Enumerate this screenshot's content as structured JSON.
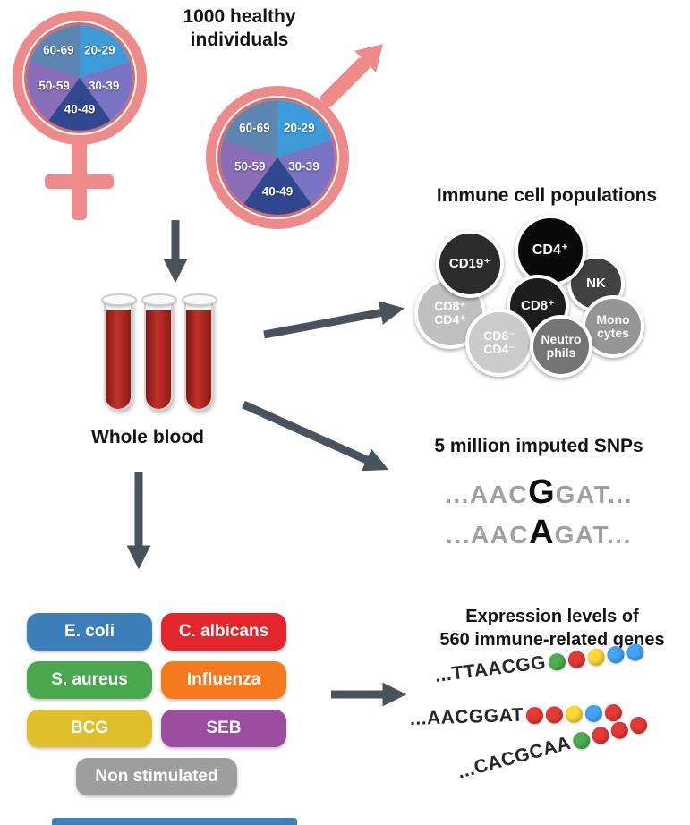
{
  "cohort": {
    "title": "1000 healthy\nindividuals",
    "age_groups": [
      {
        "label": "20-29",
        "color": "#3c9bd8"
      },
      {
        "label": "30-39",
        "color": "#7a74c4"
      },
      {
        "label": "40-49",
        "color": "#314790"
      },
      {
        "label": "50-59",
        "color": "#8a6fb8"
      },
      {
        "label": "60-69",
        "color": "#5e86b2"
      }
    ],
    "symbol_color": "#ef8a8a"
  },
  "blood": {
    "label": "Whole blood",
    "color": "#b02520"
  },
  "immune": {
    "title": "Immune cell populations",
    "cells": [
      {
        "label": "CD8⁺\nCD4⁺",
        "color": "#c0c0c0"
      },
      {
        "label": "CD19⁺",
        "color": "#2b2b2b"
      },
      {
        "label": "NK",
        "color": "#414141"
      },
      {
        "label": "CD4⁺",
        "color": "#0a0a0a"
      },
      {
        "label": "Mono\ncytes",
        "color": "#959595"
      },
      {
        "label": "CD8⁺",
        "color": "#1d1d1d"
      },
      {
        "label": "CD8⁻\nCD4⁻",
        "color": "#cbcbcb"
      },
      {
        "label": "Neutro\nphils",
        "color": "#747474"
      }
    ]
  },
  "snps": {
    "title": "5 million imputed SNPs",
    "rows": [
      {
        "prefix": "...AAC",
        "allele": "G",
        "suffix": "GAT..."
      },
      {
        "prefix": "...AAC",
        "allele": "A",
        "suffix": "GAT..."
      }
    ]
  },
  "stimuli": {
    "items": [
      {
        "label": "E. coli",
        "color": "#3d7fba"
      },
      {
        "label": "C. albicans",
        "color": "#e2262c"
      },
      {
        "label": "S. aureus",
        "color": "#49a84e"
      },
      {
        "label": "Influenza",
        "color": "#f5791d"
      },
      {
        "label": "BCG",
        "color": "#e0bf2d"
      },
      {
        "label": "SEB",
        "color": "#9c4d9f"
      },
      {
        "label": "Non stimulated",
        "color": "#9e9e9e"
      }
    ]
  },
  "expression": {
    "title": "Expression levels of\n560 immune-related genes",
    "rows": [
      {
        "sequence": "...TTAACGG",
        "dots": [
          "#4caf50",
          "#e53935",
          "#fdd835",
          "#42a5f5",
          "#42a5f5"
        ]
      },
      {
        "sequence": "...AACGGAT",
        "dots": [
          "#e53935",
          "#e53935",
          "#fdd835",
          "#42a5f5",
          "#e53935"
        ]
      },
      {
        "sequence": "...CACGCAA",
        "dots": [
          "#4caf50",
          "#e53935",
          "#e53935",
          "#e53935"
        ]
      }
    ]
  },
  "misc": {
    "arrow_color": "#4a535d",
    "bottom_bar_color": "#3d7fba"
  }
}
